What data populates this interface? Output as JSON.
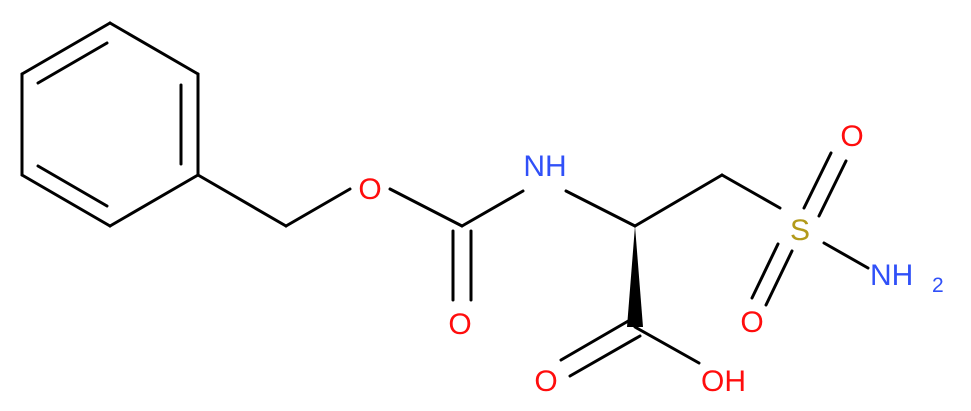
{
  "molecule": {
    "colors": {
      "carbon": "#000000",
      "oxygen": "#ff0d0d",
      "nitrogen": "#3050f8",
      "sulfur": "#b29a1a"
    },
    "labels": {
      "ester_oxygen": "O",
      "amide_nitrogen": "NH",
      "carbonyl_oxygen": "O",
      "sulfur": "S",
      "sulfonyl_oxygen_top": "O",
      "sulfonyl_oxygen_bottom": "O",
      "amine_nitrogen": "NH",
      "amine_subscript": "2",
      "acid_carbonyl_oxygen": "O",
      "hydroxyl": "OH"
    }
  }
}
